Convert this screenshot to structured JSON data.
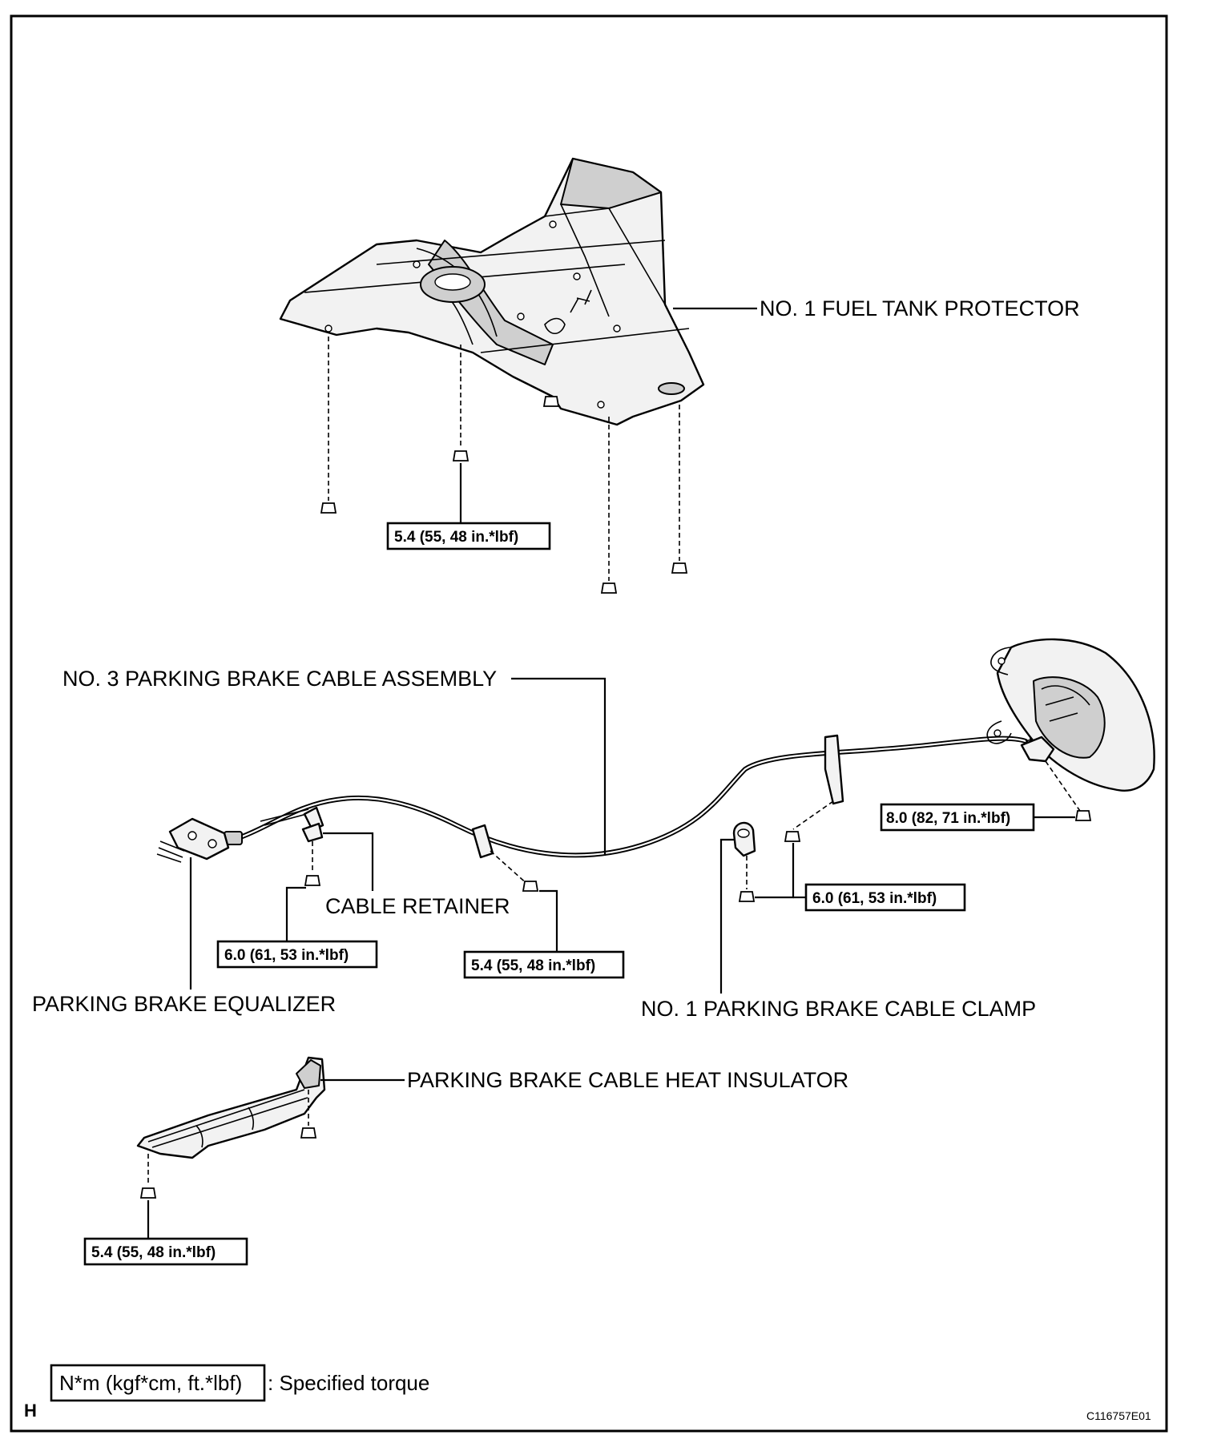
{
  "labels": {
    "fuel_tank_protector": "NO. 1 FUEL TANK PROTECTOR",
    "cable_assembly": "NO. 3 PARKING BRAKE CABLE ASSEMBLY",
    "cable_retainer": "CABLE RETAINER",
    "equalizer": "PARKING BRAKE EQUALIZER",
    "cable_clamp": "NO. 1 PARKING BRAKE CABLE CLAMP",
    "heat_insulator": "PARKING BRAKE CABLE HEAT INSULATOR"
  },
  "torques": {
    "protector": "5.4 (55, 48 in.*lbf)",
    "backing_plate": "8.0 (82, 71 in.*lbf)",
    "clamp": "6.0 (61, 53 in.*lbf)",
    "retainer": "6.0 (61, 53 in.*lbf)",
    "cable_mid": "5.4 (55, 48 in.*lbf)",
    "insulator": "5.4 (55, 48 in.*lbf)"
  },
  "legend": {
    "unit": "N*m (kgf*cm, ft.*lbf)",
    "meaning": ": Specified torque"
  },
  "corner_letter": "H",
  "figure_code": "C116757E01"
}
